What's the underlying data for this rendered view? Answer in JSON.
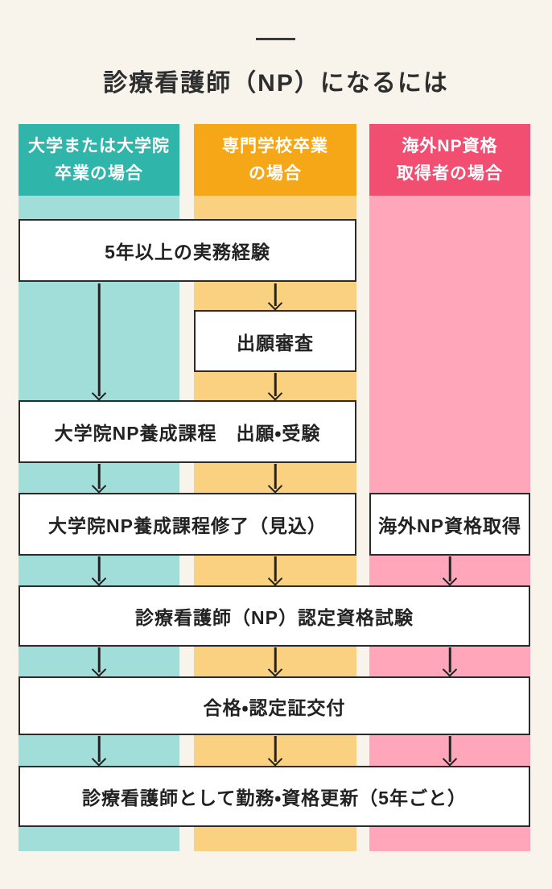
{
  "page": {
    "title": "診療看護師（NP）になるには"
  },
  "columns": [
    {
      "id": "university",
      "label": "大学または大学院\n卒業の場合"
    },
    {
      "id": "vocational",
      "label": "専門学校卒業\nの場合"
    },
    {
      "id": "overseas",
      "label": "海外NP資格\n取得者の場合"
    }
  ],
  "steps": {
    "experience": "5年以上の実務経験",
    "application_screening": "出願審査",
    "grad_apply": "大学院NP養成課程　出願・受験",
    "grad_complete": "大学院NP養成課程修了（見込）",
    "overseas_np": "海外NP資格取得",
    "exam": "診療看護師（NP）認定資格試験",
    "pass": "合格・認定証交付",
    "work": "診療看護師として勤務・資格更新（5年ごと）"
  },
  "colors": {
    "background": "#f8f4ec",
    "teal": "#2fb5a9",
    "teal_light": "#a2ded9",
    "orange": "#f5a717",
    "orange_light": "#f9d180",
    "pink": "#f24e72",
    "pink_light": "#ffa6ba",
    "box_border": "#2b2b2b",
    "text": "#2e2e2e"
  }
}
